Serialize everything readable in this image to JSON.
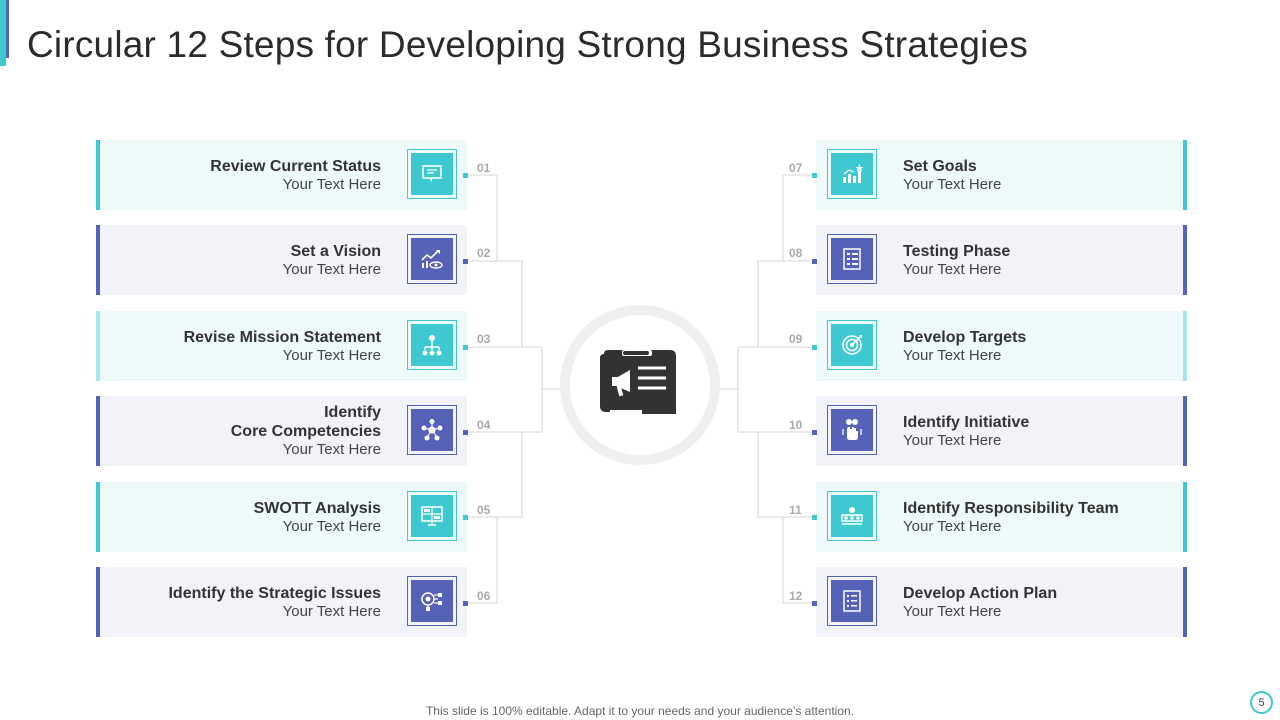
{
  "title": "Circular 12 Steps for Developing Strong Business Strategies",
  "steps": [
    {
      "num": "01",
      "heading": "Review Current Status",
      "sub": "Your Text Here",
      "icon": "chat-screen-icon"
    },
    {
      "num": "02",
      "heading": "Set a Vision",
      "sub": "Your Text Here",
      "icon": "vision-chart-icon"
    },
    {
      "num": "03",
      "heading": "Revise Mission Statement",
      "sub": "Your Text Here",
      "icon": "org-mission-icon"
    },
    {
      "num": "04",
      "heading": "Identify\nCore Competencies",
      "sub": "Your Text Here",
      "icon": "competency-network-icon"
    },
    {
      "num": "05",
      "heading": "SWOTT Analysis",
      "sub": "Your Text Here",
      "icon": "swot-board-icon"
    },
    {
      "num": "06",
      "heading": "Identify the Strategic Issues",
      "sub": "Your Text Here",
      "icon": "target-issues-icon"
    },
    {
      "num": "07",
      "heading": "Set Goals",
      "sub": "Your Text Here",
      "icon": "goals-chart-icon"
    },
    {
      "num": "08",
      "heading": "Testing Phase",
      "sub": "Your Text Here",
      "icon": "checklist-icon"
    },
    {
      "num": "09",
      "heading": "Develop Targets",
      "sub": "Your Text Here",
      "icon": "target-icon"
    },
    {
      "num": "10",
      "heading": "Identify Initiative",
      "sub": "Your Text Here",
      "icon": "hand-idea-icon"
    },
    {
      "num": "11",
      "heading": "Identify Responsibility Team",
      "sub": "Your Text Here",
      "icon": "team-meeting-icon"
    },
    {
      "num": "12",
      "heading": "Develop Action Plan",
      "sub": "Your Text Here",
      "icon": "action-plan-icon"
    }
  ],
  "center_icon": "marketing-blueprint-icon",
  "footer": "This slide is 100% editable. Adapt it to your needs and your audience’s attention.",
  "page_number": "5",
  "colors": {
    "teal": "#3ec8cf",
    "blue": "#5562b8",
    "card_teal": "#eef9fa",
    "card_blue": "#f2f3f8"
  }
}
